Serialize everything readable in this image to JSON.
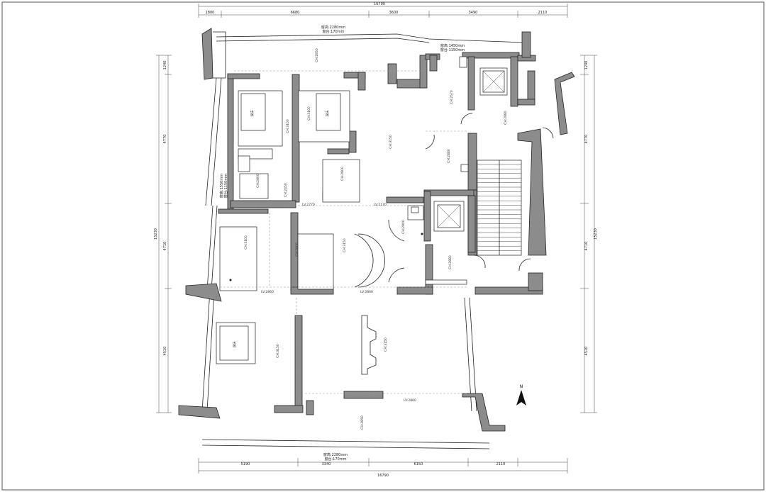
{
  "dims_top": [
    {
      "key": "top-1",
      "text": "1800"
    },
    {
      "key": "top-2",
      "text": "6680"
    },
    {
      "key": "top-3",
      "text": "3600"
    },
    {
      "key": "top-4",
      "text": "3490"
    },
    {
      "key": "top-5",
      "text": "2110"
    }
  ],
  "dim_top_total": "16790",
  "dims_bottom": [
    {
      "key": "bottom-1",
      "text": "5190"
    },
    {
      "key": "bottom-2",
      "text": "3340"
    },
    {
      "key": "bottom-3",
      "text": "6150"
    },
    {
      "key": "bottom-4",
      "text": "2110"
    }
  ],
  "dim_bottom_total": "16790",
  "dims_left": [
    {
      "key": "left-1",
      "text": "1240"
    },
    {
      "key": "left-2",
      "text": "4770"
    },
    {
      "key": "left-3",
      "text": "4710"
    },
    {
      "key": "left-4",
      "text": "4510"
    }
  ],
  "dim_left_total": "15230",
  "dims_right": [
    {
      "key": "right-1",
      "text": "1240"
    },
    {
      "key": "right-2",
      "text": "4770"
    },
    {
      "key": "right-3",
      "text": "4710"
    },
    {
      "key": "right-4",
      "text": "4510"
    }
  ],
  "dim_right_total": "15230",
  "notes": {
    "top_window_1": "窗高:2280mm",
    "top_window_2": "窗台:170mm",
    "ne_window_1": "窗高:1450mm",
    "ne_window_2": "窗台:1150mm",
    "west_window_1": "窗高:1550mm",
    "west_window_2": "窗台:1150mm",
    "bottom_window_1": "窗高:2280mm",
    "bottom_window_2": "窗台:170mm"
  },
  "rooms": {
    "bed1": "双床",
    "bed2": "双床",
    "bed3": "双床"
  },
  "ceiling_labels": [
    {
      "key": "c-top",
      "text": "CH:2850"
    },
    {
      "key": "c-bed1",
      "text": "CH:3100"
    },
    {
      "key": "c-bed2",
      "text": "CH:3100"
    },
    {
      "key": "c-corr",
      "text": "CH:3150"
    },
    {
      "key": "c-ne",
      "text": "CH:2570"
    },
    {
      "key": "c-lift",
      "text": "CH:2880"
    },
    {
      "key": "c-ne2",
      "text": "CH:2880"
    },
    {
      "key": "c-bath1",
      "text": "CH:2800"
    },
    {
      "key": "c-bath2",
      "text": "CH:2800"
    },
    {
      "key": "c-h1",
      "text": "CH:2450"
    },
    {
      "key": "c-mid1",
      "text": "CH:3100"
    },
    {
      "key": "c-mid2",
      "text": "CH:3150"
    },
    {
      "key": "c-wc",
      "text": "CH:2800"
    },
    {
      "key": "c-wc2",
      "text": "CH:2800"
    },
    {
      "key": "c-lift2",
      "text": "CH:2880"
    },
    {
      "key": "c-h2",
      "text": "LV:2860"
    },
    {
      "key": "c-bed3",
      "text": "CH:3150"
    },
    {
      "key": "c-liv",
      "text": "CH:3150"
    },
    {
      "key": "c-bot",
      "text": "CH:2850"
    },
    {
      "key": "c-lv1",
      "text": "LV:2770"
    },
    {
      "key": "c-lv2",
      "text": "LV:2170"
    },
    {
      "key": "c-lv3",
      "text": "LV:2860"
    },
    {
      "key": "c-lv4",
      "text": "LV:2860"
    }
  ],
  "compass": "N"
}
